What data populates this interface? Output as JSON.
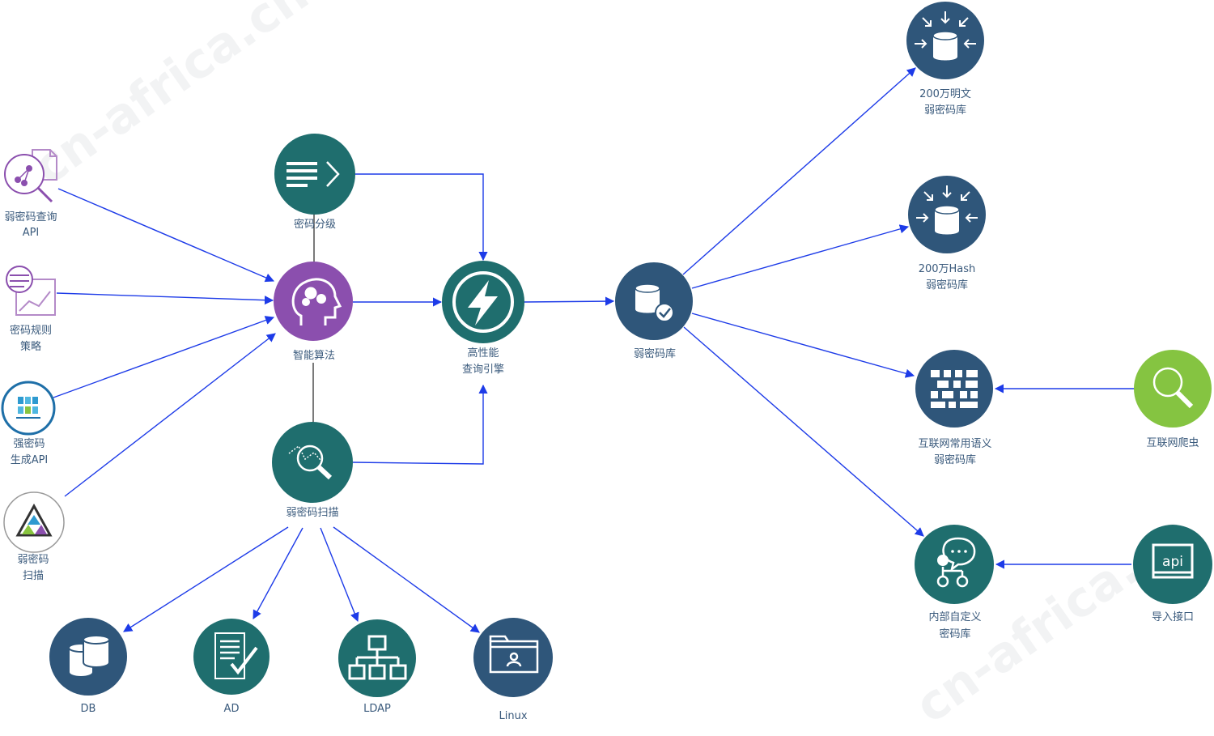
{
  "colors": {
    "teal": "#1f6e6e",
    "navy": "#2f567a",
    "purple": "#8b4fae",
    "green": "#85c441",
    "edge": "#1d3be8",
    "label": "#3a5a7c"
  },
  "watermark": "cn-africa.cn",
  "nodes": {
    "weak_pwd_query_api": {
      "line1": "弱密码查询",
      "line2": "API",
      "icon": "search-share-icon"
    },
    "pwd_rule_policy": {
      "line1": "密码规则",
      "line2": "策略",
      "icon": "policy-chart-icon"
    },
    "strong_pwd_api": {
      "line1": "强密码",
      "line2": "生成API",
      "icon": "grid-generator-icon"
    },
    "weak_pwd_scan_left": {
      "line1": "弱密码",
      "line2": "扫描",
      "icon": "triangle-scan-icon"
    },
    "pwd_grading": {
      "line1": "密码分级",
      "icon": "list-arrow-icon"
    },
    "smart_algorithm": {
      "line1": "智能算法",
      "icon": "brain-gears-icon"
    },
    "weak_pwd_scan": {
      "line1": "弱密码扫描",
      "icon": "magnifier-graph-icon"
    },
    "hp_query_engine": {
      "line1": "高性能",
      "line2": "查询引擎",
      "icon": "lightning-icon"
    },
    "weak_pwd_db": {
      "line1": "弱密码库",
      "icon": "database-lock-icon"
    },
    "plaintext_db": {
      "line1": "200万明文",
      "line2": "弱密码库",
      "icon": "database-arrows-icon"
    },
    "hash_db": {
      "line1": "200万Hash",
      "line2": "弱密码库",
      "icon": "database-arrows-icon"
    },
    "internet_semantic_db": {
      "line1": "互联网常用语义",
      "line2": "弱密码库",
      "icon": "mosaic-icon"
    },
    "internal_custom_db": {
      "line1": "内部自定义",
      "line2": "密码库",
      "icon": "chat-people-icon"
    },
    "internet_crawler": {
      "line1": "互联网爬虫",
      "icon": "search-icon"
    },
    "import_interface": {
      "line1": "导入接口",
      "icon": "api-screen-icon",
      "icon_text": "api"
    },
    "db_target": {
      "line1": "DB",
      "icon": "database-icon"
    },
    "ad_target": {
      "line1": "AD",
      "icon": "document-check-icon"
    },
    "ldap_target": {
      "line1": "LDAP",
      "icon": "hierarchy-icon"
    },
    "linux_target": {
      "line1": "Linux",
      "icon": "folder-user-icon"
    }
  }
}
